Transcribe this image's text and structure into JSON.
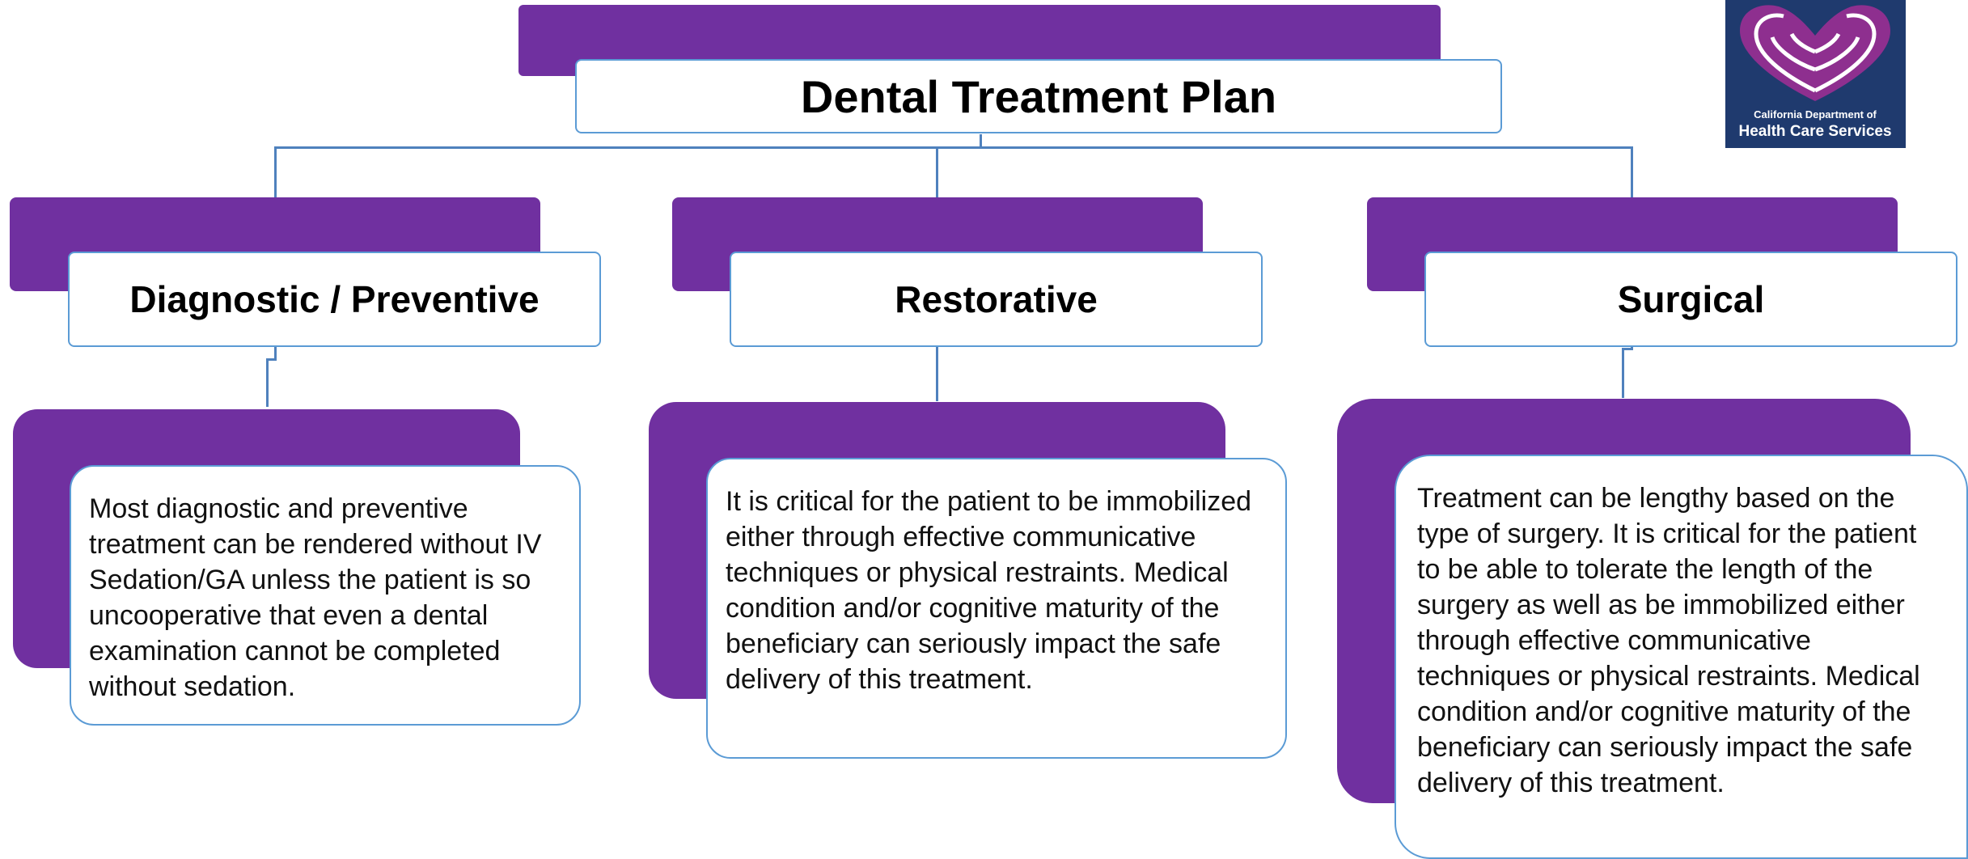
{
  "root": {
    "title": "Dental Treatment Plan"
  },
  "branches": [
    {
      "title": "Diagnostic / Preventive",
      "description": "Most diagnostic and preventive treatment can be rendered without IV Sedation/GA unless the patient is so uncooperative that even a dental examination cannot be completed without sedation."
    },
    {
      "title": "Restorative",
      "description": "It is critical for the patient to be immobilized either through effective communicative techniques or physical restraints. Medical condition and/or cognitive maturity of the beneficiary can seriously impact the safe delivery of this treatment."
    },
    {
      "title": "Surgical",
      "description": "Treatment can be lengthy based on the type of surgery. It is critical for the patient to be able to tolerate the length of the surgery as well as be immobilized either through effective communicative techniques or physical restraints. Medical condition and/or cognitive maturity  of the beneficiary can seriously impact the safe delivery of this treatment."
    }
  ],
  "logo": {
    "line1": "California Department of",
    "line2": "Health Care Services"
  },
  "colors": {
    "accent": "#7030a0",
    "border": "#5b9bd5",
    "connector": "#4f81bd",
    "logo_bg": "#1f3a6e"
  }
}
